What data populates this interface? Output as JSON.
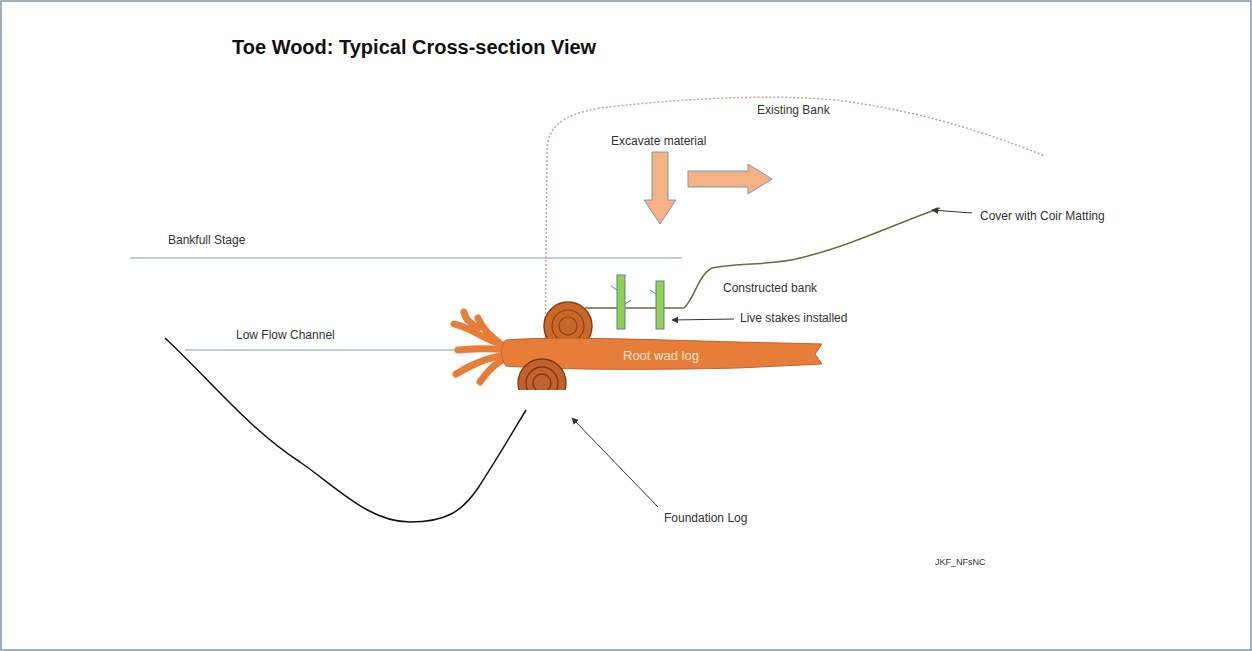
{
  "diagram": {
    "title": "Toe Wood:  Typical Cross-section View",
    "nodes": [
      {
        "text": [
          "Root wad log"
        ]
      }
    ],
    "labels": [
      "Existing Bank",
      "Excavate material",
      "Cover with Coir Matting",
      "Bankfull Stage",
      "Constructed bank",
      "Live stakes installed",
      "Low Flow Channel",
      "Foundation Log",
      "JKF_NFsNC"
    ]
  }
}
